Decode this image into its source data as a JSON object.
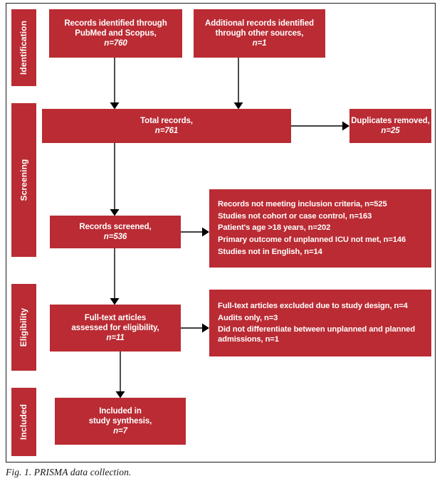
{
  "figure": {
    "caption": "Fig. 1. PRISMA data collection.",
    "accent_color": "#ba2b33",
    "box_text_color": "#ffffff",
    "connector_color": "#000000",
    "frame_color": "#1a1a1a"
  },
  "stages": [
    {
      "id": "identification",
      "label": "Identification"
    },
    {
      "id": "screening",
      "label": "Screening"
    },
    {
      "id": "eligibility",
      "label": "Eligibility"
    },
    {
      "id": "included",
      "label": "Included"
    }
  ],
  "boxes": {
    "records_identified": {
      "lines": [
        "Records identified through",
        "PubMed and Scopus,",
        "n=760"
      ],
      "n": 760
    },
    "additional_records": {
      "lines": [
        "Additional records identified",
        "through other sources,",
        "n=1"
      ],
      "n": 1
    },
    "total_records": {
      "lines": [
        "Total records,",
        "n=761"
      ],
      "n": 761
    },
    "duplicates_removed": {
      "lines": [
        "Duplicates removed,",
        "n=25"
      ],
      "n": 25
    },
    "records_screened": {
      "lines": [
        "Records screened,",
        "n=536"
      ],
      "n": 536
    },
    "screening_excluded": {
      "lines": [
        "Records not meeting inclusion criteria, n=525",
        "Studies not cohort or case control, n=163",
        "Patient's age >18 years, n=202",
        "Primary outcome of unplanned ICU not met, n=146",
        "Studies not in English, n=14"
      ],
      "counts": [
        525,
        163,
        202,
        146,
        14
      ]
    },
    "fulltext_assessed": {
      "lines": [
        "Full-text articles",
        "assessed for eligibility,",
        "n=11"
      ],
      "n": 11
    },
    "eligibility_excluded": {
      "lines": [
        "Full-text articles excluded due to study design, n=4",
        "Audits only, n=3",
        "Did not differentiate between unplanned and planned admissions, n=1"
      ],
      "counts": [
        4,
        3,
        1
      ]
    },
    "included_synthesis": {
      "lines": [
        "Included in",
        "study synthesis,",
        "n=7"
      ],
      "n": 7
    }
  }
}
